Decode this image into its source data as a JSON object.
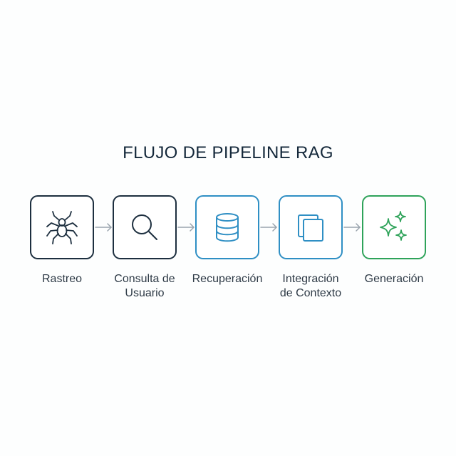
{
  "title": "FLUJO DE PIPELINE RAG",
  "colors": {
    "title": "#14283a",
    "label": "#2e3a46",
    "arrow": "#9aa4ad",
    "dark": "#1d2f3f",
    "blue": "#2f8fc4",
    "green": "#2fa35a"
  },
  "steps": [
    {
      "label_line1": "Rastreo",
      "label_line2": "",
      "icon": "spider-icon",
      "color": "#1d2f3f"
    },
    {
      "label_line1": "Consulta de",
      "label_line2": "Usuario",
      "icon": "search-icon",
      "color": "#1d2f3f"
    },
    {
      "label_line1": "Recuperación",
      "label_line2": "",
      "icon": "database-icon",
      "color": "#2f8fc4"
    },
    {
      "label_line1": "Integración",
      "label_line2": "de Contexto",
      "icon": "layers-icon",
      "color": "#2f8fc4"
    },
    {
      "label_line1": "Generación",
      "label_line2": "",
      "icon": "sparkles-icon",
      "color": "#2fa35a"
    }
  ]
}
